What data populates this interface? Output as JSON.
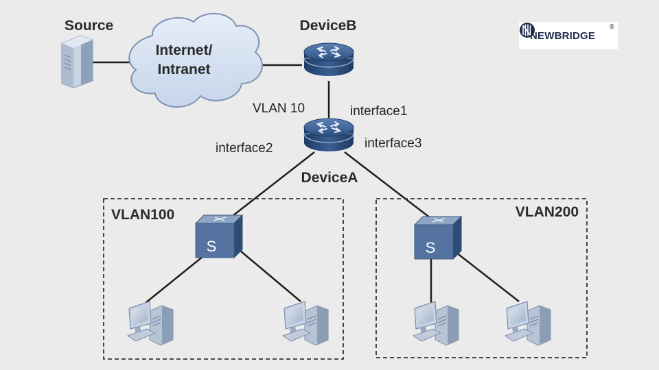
{
  "nodes": {
    "source": "Source",
    "cloud_line1": "Internet/",
    "cloud_line2": "Intranet",
    "device_b": "DeviceB",
    "device_a": "DeviceA"
  },
  "links": {
    "vlan10": "VLAN 10",
    "interface1": "interface1",
    "interface2": "interface2",
    "interface3": "interface3"
  },
  "groups": {
    "vlan100": "VLAN100",
    "vlan200": "VLAN200"
  },
  "switch_letter": "S",
  "logo": {
    "brand": "NEWBRIDGE",
    "registered": "®"
  },
  "colors": {
    "background": "#ebebeb",
    "router_blue": "#2f5385",
    "switch_blue": "#4d6f96",
    "cloud_fill": "#d7e3f3",
    "cloud_stroke": "#7e93b4",
    "line": "#1e1e1e"
  },
  "icons": [
    "server-icon",
    "cloud-icon",
    "router-icon",
    "switch-icon",
    "pc-icon",
    "newbridge-logo-icon"
  ]
}
